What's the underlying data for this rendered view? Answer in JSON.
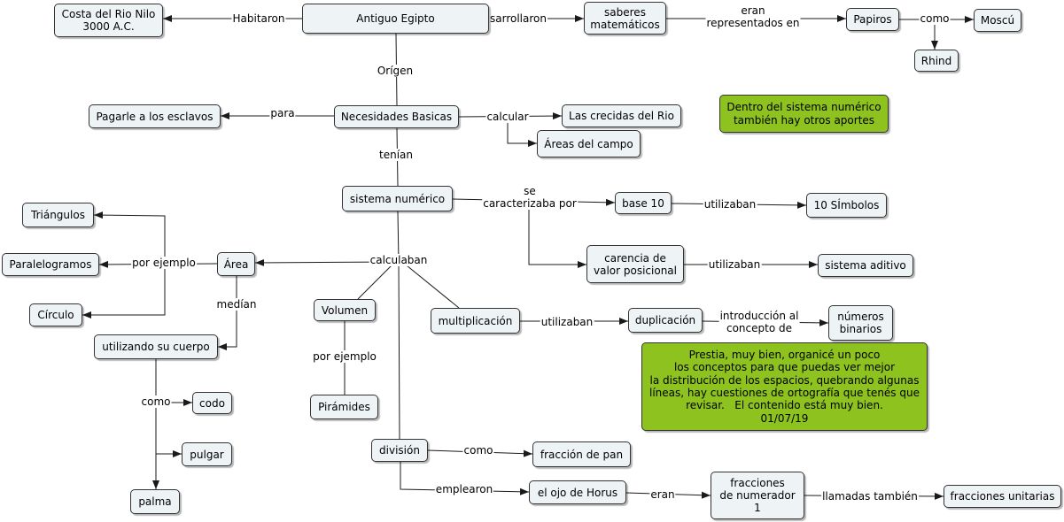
{
  "concepts": {
    "costa_del_rio_nilo": "Costa del Rio Nilo\n3000 A.C.",
    "antiguo_egipto": "Antiguo Egipto",
    "saberes_matematicos": "saberes\nmatemáticos",
    "papiros": "Papiros",
    "moscu": "Moscú",
    "rhind": "Rhind",
    "pagarle_a_los_esclavos": "Pagarle a los esclavos",
    "necesidades_basicas": "Necesidades Basicas",
    "las_crecidas_del_rio": "Las crecidas del Rio",
    "areas_del_campo": "Áreas del campo",
    "sistema_numerico": "sistema numérico",
    "base_10": "base 10",
    "diez_simbolos": "10 SÍmbolos",
    "triangulos": "Triángulos",
    "carencia_valor_posicional": "carencia de\nvalor posicional",
    "sistema_aditivo": "sistema aditivo",
    "paralelogramos": "Paralelogramos",
    "area": "Área",
    "circulo": "Círculo",
    "volumen": "Volumen",
    "multiplicacion": "multiplicación",
    "duplicacion": "duplicación",
    "numeros_binarios": "números\nbinarios",
    "utilizando_su_cuerpo": "utilizando su cuerpo",
    "codo": "codo",
    "piramides": "Pirámides",
    "division": "división",
    "pulgar": "pulgar",
    "fraccion_de_pan": "fracción de pan",
    "el_ojo_de_horus": "el ojo de Horus",
    "fracciones_de_numerador_1": "fracciones\nde numerador\n1",
    "fracciones_unitarias": "fracciones unitarias",
    "palma": "palma"
  },
  "notes": {
    "otros_aportes": "Dentro del sistema numérico\ntambién hay otros aportes",
    "comentario_docente": "Prestia, muy bien, organicé un poco\nlos conceptos para que puedas ver mejor\nla distribución de los espacios, quebrando algunas\nlíneas, hay cuestiones de ortografía que tenés que\nrevisar.   El contenido está muy bien.\n01/07/19"
  },
  "linking_phrases": {
    "habitaron": "Habitaron",
    "sarrollaron": "sarrollaron",
    "eran_representados_en": "eran\nrepresentados en",
    "como_papiros": "como",
    "origen": "Orígen",
    "para": "para",
    "calcular": "calcular",
    "tenian": "tenían",
    "se_caracterizaba_por": "se\ncaracterizaba por",
    "utilizaban_base_10": "utilizaban",
    "calculaban": "calculaban",
    "por_ejemplo_area": "por ejemplo",
    "utilizaban_carencia": "utilizaban",
    "median": "medían",
    "utilizaban_multiplicacion": "utilizaban",
    "introduccion_al_concepto_de": "introducción al\nconcepto de",
    "por_ejemplo_volumen": "por ejemplo",
    "como_cuerpo": "como",
    "como_division": "como",
    "emplearon": "emplearon",
    "eran_horus": "eran",
    "llamadas_tambien": "llamadas también"
  },
  "colors": {
    "background": "#ffffff",
    "concept_fill": "#eef4f6",
    "concept_border": "#333333",
    "note_fill": "#8dc21f",
    "connector": "#1a1a1a"
  }
}
